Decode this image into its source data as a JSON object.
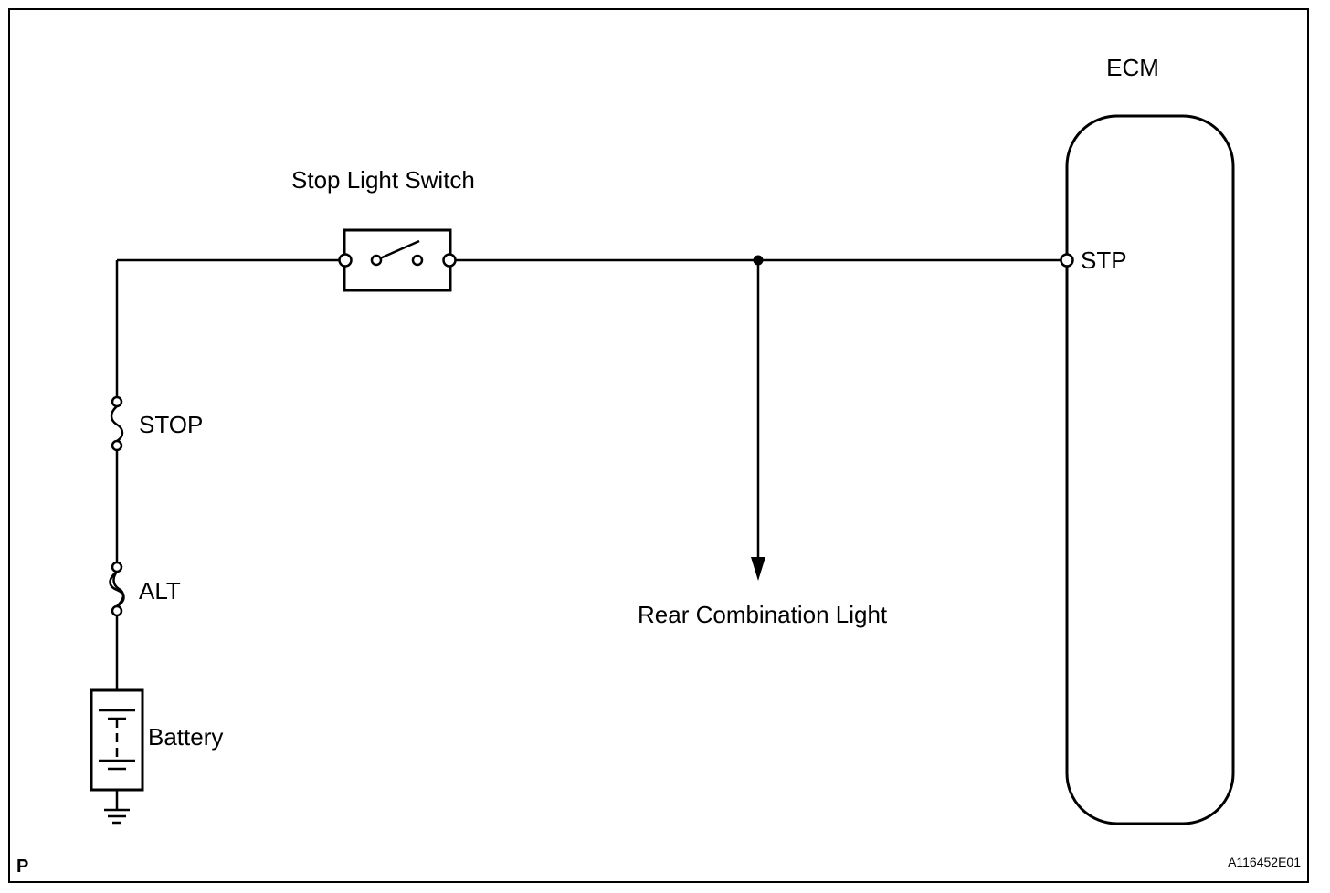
{
  "labels": {
    "ecm": "ECM",
    "stp": "STP",
    "stop_light_switch": "Stop Light Switch",
    "stop_fuse": "STOP",
    "alt_fuse": "ALT",
    "battery": "Battery",
    "rear_combination_light": "Rear Combination Light",
    "corner_code": "P",
    "figure_id": "A116452E01"
  },
  "colors": {
    "line": "#000000",
    "background": "#ffffff"
  }
}
